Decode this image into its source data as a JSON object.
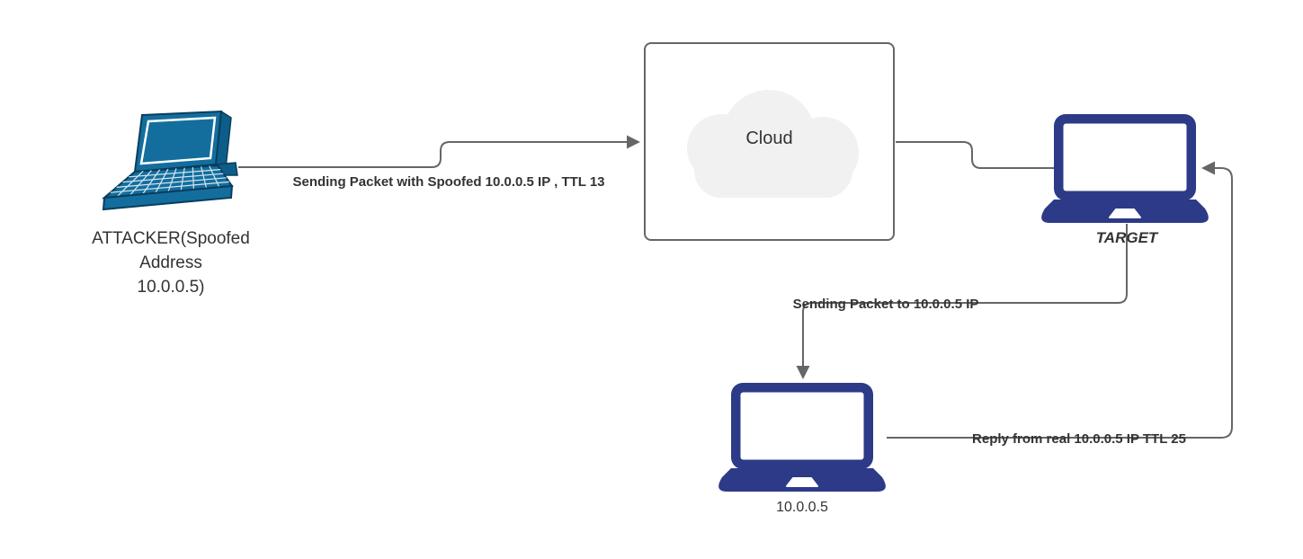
{
  "nodes": {
    "attacker": {
      "label": "ATTACKER(Spoofed\nAddress\n10.0.0.5)",
      "icon": "laptop-3d-icon"
    },
    "cloud": {
      "label": "Cloud",
      "icon": "cloud-icon"
    },
    "target": {
      "label": "TARGET",
      "icon": "laptop-icon"
    },
    "real_host": {
      "label": "10.0.0.5",
      "icon": "laptop-icon"
    }
  },
  "edges": [
    {
      "from": "attacker",
      "to": "cloud",
      "label": "Sending Packet with Spoofed 10.0.0.5 IP , TTL 13",
      "arrow": "right"
    },
    {
      "from": "cloud",
      "to": "target",
      "label": "",
      "arrow": "none"
    },
    {
      "from": "target",
      "to": "real_host",
      "label": "Sending Packet to 10.0.0.5 IP",
      "arrow": "down"
    },
    {
      "from": "real_host",
      "to": "target",
      "label": "Reply from real 10.0.0.5 IP TTL 25",
      "arrow": "left"
    }
  ],
  "colors": {
    "attacker_laptop": "#136e9e",
    "attacker_laptop_edge": "#0a3d5c",
    "target_laptop": "#2d3a87",
    "connector": "#666666",
    "cloud_fill": "#f1f1f1",
    "label_text": "#333333"
  }
}
